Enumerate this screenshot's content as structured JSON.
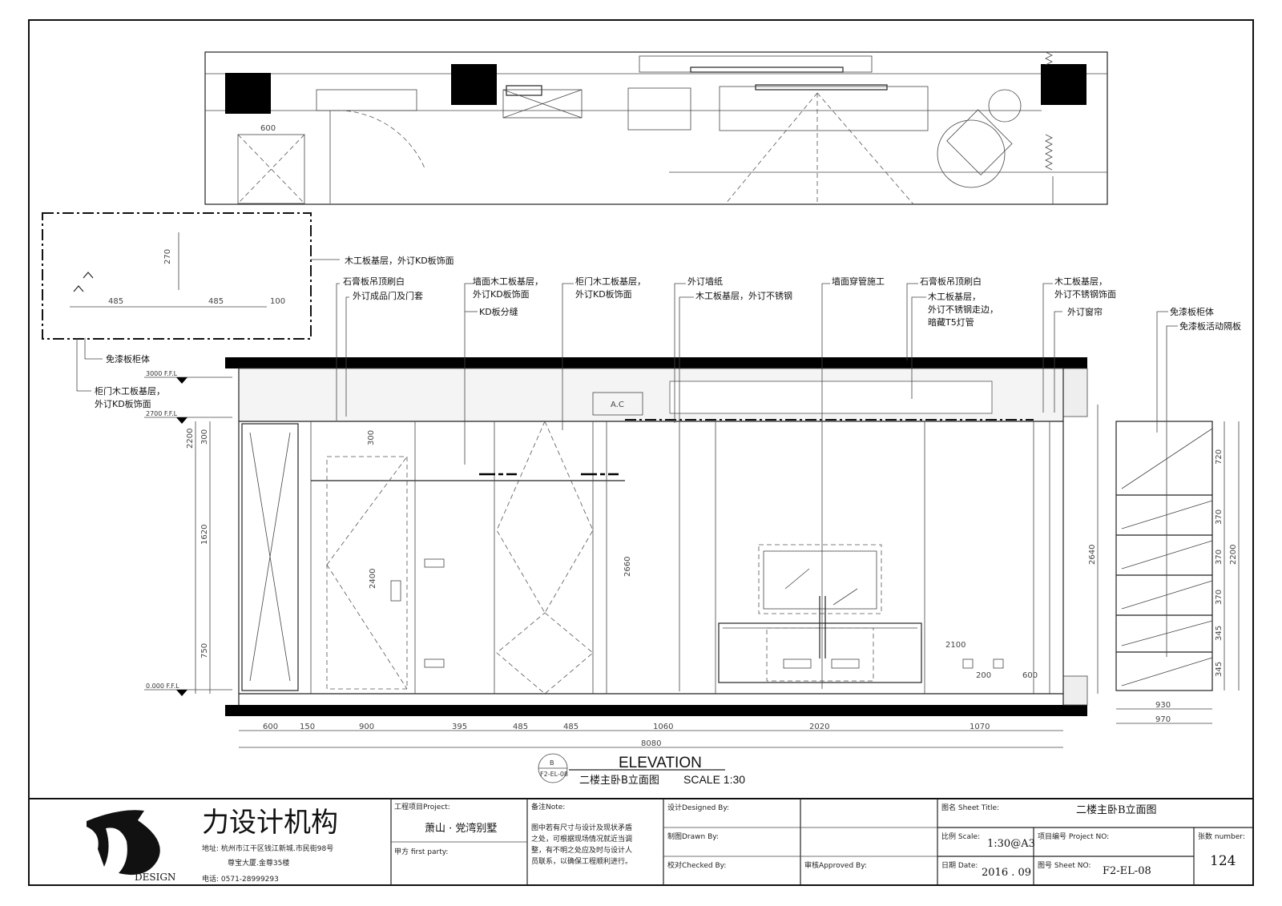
{
  "plan_notes": {
    "n1": "木工板基层，外订KD板饰面",
    "n2": "石膏板吊顶刷白",
    "n3": "外订成品门及门套",
    "n4": "墙面木工板基层，",
    "n4b": "外订KD板饰面",
    "n5": "KD板分缝",
    "n6": "柜门木工板基层，",
    "n6b": "外订KD板饰面",
    "n7": "外订墙纸",
    "n8": "木工板基层，外订不锈钢",
    "n9": "墙面穿管施工",
    "n10": "石膏板吊顶刷白",
    "n11": "木工板基层，",
    "n11b": "外订不锈钢走边，",
    "n11c": "暗藏T5灯管",
    "n12": "木工板基层，",
    "n12b": "外订不锈钢饰面",
    "n13": "外订窗帘",
    "n14": "免漆板柜体",
    "n15": "免漆板活动隔板",
    "n16": "免漆板柜体",
    "n17": "柜门木工板基层，",
    "n17b": "外订KD板饰面"
  },
  "levels": {
    "l1": "3000 F.F.L",
    "l2": "2700 F.F.L",
    "l3": "0.000 F.F.L"
  },
  "dims": {
    "bottom": [
      "600",
      "150",
      "900",
      "395",
      "485",
      "485",
      "1060",
      "2020",
      "1070"
    ],
    "total": "8080",
    "left": [
      "300",
      "1620",
      "750"
    ],
    "left_total": "2200",
    "h2400": "2400",
    "h2660": "2660",
    "h300": "300",
    "inset": [
      "485",
      "485",
      "100",
      "270"
    ],
    "right_shelf": [
      "720",
      "370",
      "370",
      "370",
      "345",
      "345"
    ],
    "right_total": "2200",
    "right_2640": "2640",
    "shelf_w1": "930",
    "shelf_w2": "970",
    "d2100": "2100",
    "d200": "200",
    "d600": "600",
    "plan600": "600",
    "ac": "A.C"
  },
  "caption": {
    "elevation": "ELEVATION",
    "subtitle": "二楼主卧B立面图",
    "scale": "SCALE  1:30",
    "marker_top": "B",
    "marker_bottom": "F2-EL-08"
  },
  "title_block": {
    "firm_name": "力设计机构",
    "logo_text": "DESIGN",
    "address_1": "地址: 杭州市江干区钱江新城.市民街98号",
    "address_2": "尊宝大厦.金尊35楼",
    "phone": "电话: 0571-28999293",
    "project_label": "工程项目Project:",
    "project_value": "萧山 · 党湾别墅",
    "party_label": "甲方 first party:",
    "note_label": "备注Note:",
    "note_lines": [
      "图中若有尺寸与设计及现状矛盾",
      "之处，可根据现场情况就近当调",
      "整，有不明之处应及时与设计人",
      "员联系，以确保工程顺利进行。"
    ],
    "designed_label": "设计Designed By:",
    "drawn_label": "制图Drawn By:",
    "checked_label": "校对Checked By:",
    "approved_label": "审核Approved By:",
    "sheet_title_label": "图名 Sheet Title:",
    "sheet_title_value": "二楼主卧B立面图",
    "scale_label": "比例 Scale:",
    "scale_value": "1:30@A3",
    "project_no_label": "项目编号 Project NO:",
    "sheets_label": "张数 number:",
    "sheets_value": "124",
    "date_label": "日期 Date:",
    "date_value": "2016 . 09",
    "sheet_no_label": "图号 Sheet NO:",
    "sheet_no_value": "F2-EL-08"
  }
}
